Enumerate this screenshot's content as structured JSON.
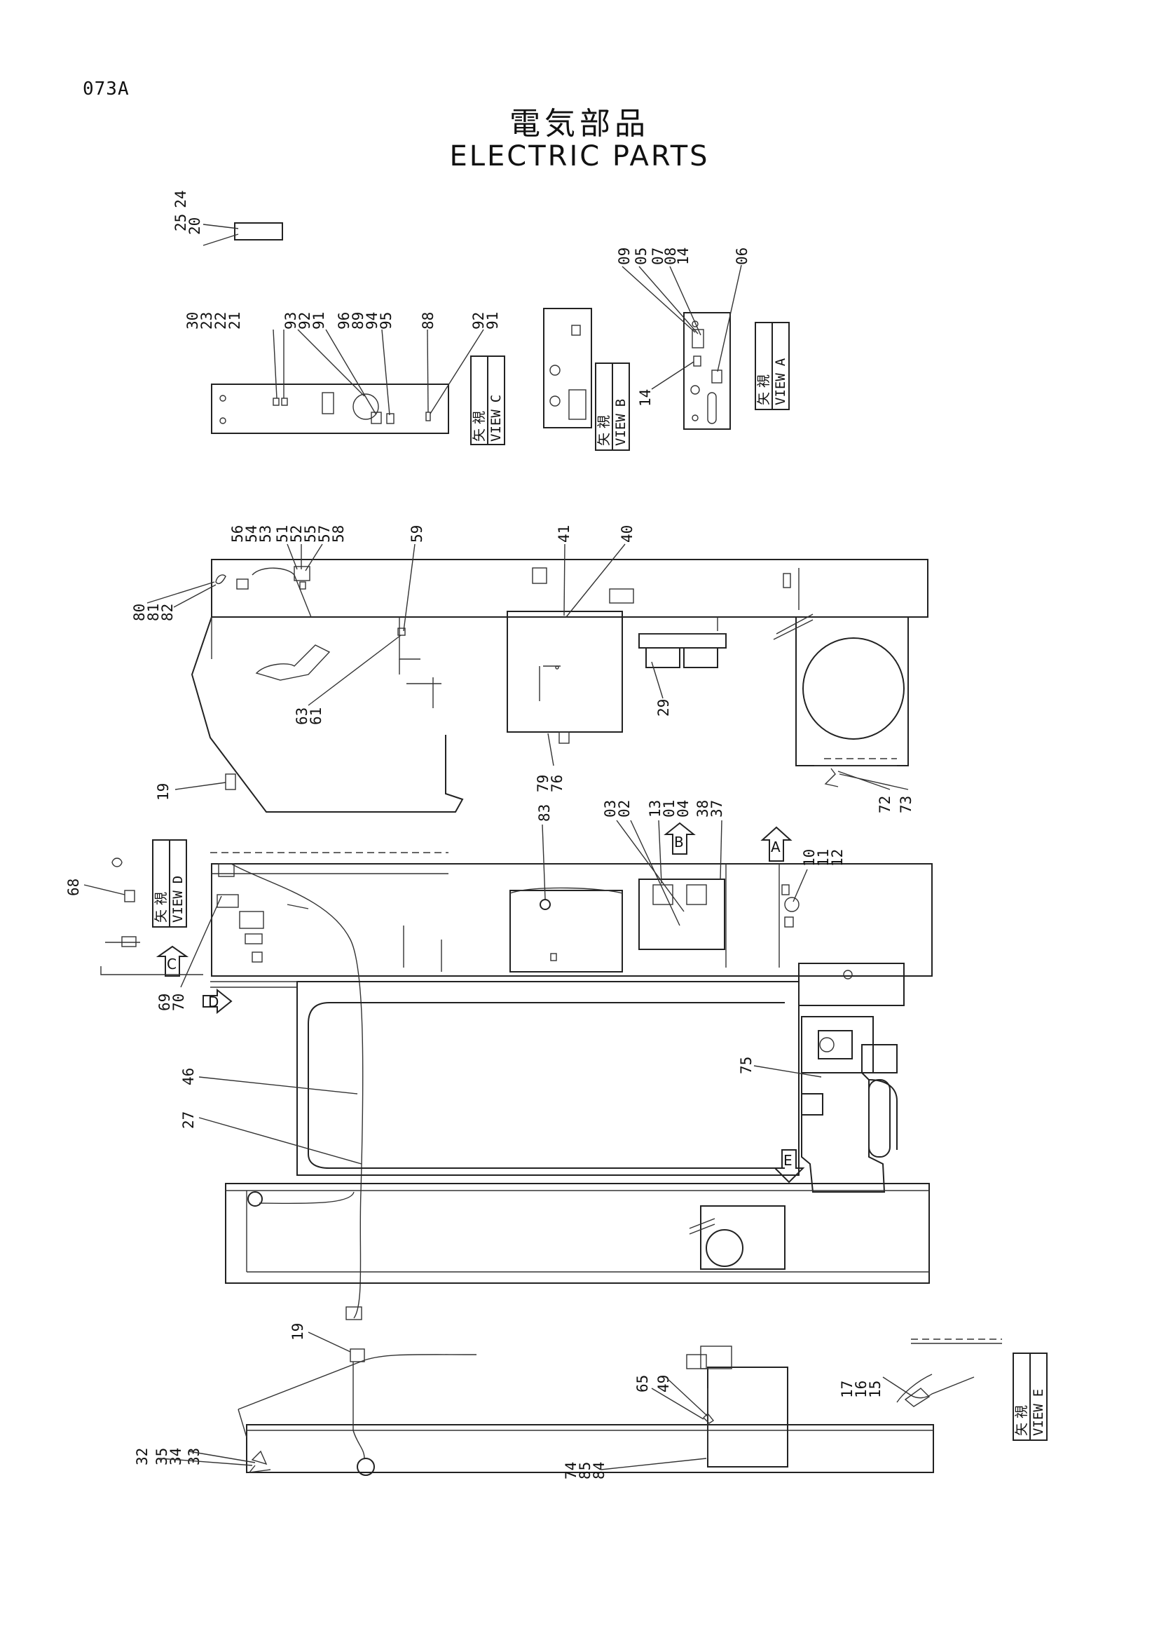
{
  "sheet": {
    "code": "073A",
    "title_jp": "電気部品",
    "title_en": "ELECTRIC PARTS"
  },
  "view_label": {
    "jp": "矢 視",
    "en": "VIEW"
  },
  "views": [
    "A",
    "B",
    "C",
    "D",
    "E"
  ],
  "callout_groups": {
    "g2524_20": [
      "25",
      "24",
      "20"
    ],
    "g3023": [
      "30",
      "23",
      "22",
      "21"
    ],
    "g9392": [
      "93",
      "92",
      "91",
      "96",
      "89",
      "94",
      "95",
      "88"
    ],
    "g9291": [
      "92",
      "91"
    ],
    "g0905": [
      "09",
      "05",
      "07",
      "08",
      "14"
    ],
    "g06": [
      "06"
    ],
    "g14": [
      "14"
    ],
    "g5654": [
      "56",
      "54",
      "53",
      "51",
      "52",
      "55",
      "57",
      "58"
    ],
    "g59": [
      "59"
    ],
    "g4140": [
      "41",
      "40"
    ],
    "g808182": [
      "80",
      "81",
      "82"
    ],
    "g6361": [
      "63",
      "61"
    ],
    "g29": [
      "29"
    ],
    "g7976": [
      "79",
      "76"
    ],
    "g19a": [
      "19"
    ],
    "g7273": [
      "72",
      "73"
    ],
    "g83": [
      "83"
    ],
    "g0302": [
      "03",
      "02",
      "13",
      "01",
      "04",
      "38",
      "37"
    ],
    "g101112": [
      "10",
      "11",
      "12"
    ],
    "g68": [
      "68"
    ],
    "g6970": [
      "69",
      "70"
    ],
    "g46": [
      "46"
    ],
    "g27": [
      "27"
    ],
    "g75": [
      "75"
    ],
    "g19b": [
      "19"
    ],
    "g6549": [
      "65",
      "49"
    ],
    "g171615": [
      "17",
      "16",
      "15"
    ],
    "g3235": [
      "32",
      "35",
      "34",
      "33"
    ],
    "g748584": [
      "74",
      "85",
      "84"
    ]
  }
}
